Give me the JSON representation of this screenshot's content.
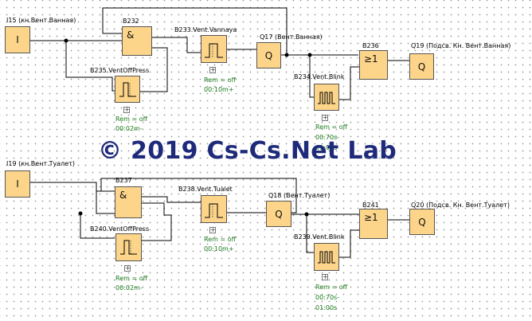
{
  "watermark": "© 2019 Cs-Cs.Net Lab",
  "colors": {
    "block_fill": "#fdd58a",
    "wire": "#000000",
    "param_text": "#1a7a1a",
    "watermark": "#1e2a7a"
  },
  "rung1": {
    "input_label": "I15 (кн.Вент.Ванная)",
    "input_symbol": "I",
    "and_label": "B232",
    "and_symbol": "&",
    "offpress_label": "B235.VentOffPress",
    "offpress_rem": "Rem = off",
    "offpress_time": "00:02m-",
    "timer_label": "B233.Vent.Vannaya",
    "timer_rem": "Rem = off",
    "timer_time": "00:10m+",
    "q_label": "Q17 (Вент.Ванная)",
    "q_symbol": "Q",
    "or_label": "B236",
    "or_symbol": "≥1",
    "blink_label": "B234.Vent.Blink",
    "blink_rem": "Rem = off",
    "blink_t1": "00:70s-",
    "blink_t2": "01:00s",
    "out_label": "Q19 (Подсв. Кн. Вент.Ванная)",
    "out_symbol": "Q"
  },
  "rung2": {
    "input_label": "I19 (кн.Вент.Туалет)",
    "input_symbol": "I",
    "and_label": "B237",
    "and_symbol": "&",
    "offpress_label": "B240.VentOffPress",
    "offpress_rem": "Rem = off",
    "offpress_time": "00:02m-",
    "timer_label": "B238.Vent.Tualet",
    "timer_rem": "Rem = off",
    "timer_time": "00:10m+",
    "q_label": "Q18 (Вент.Туалет)",
    "q_symbol": "Q",
    "or_label": "B241",
    "or_symbol": "≥1",
    "blink_label": "B239.Vent.Blink",
    "blink_rem": "Rem = off",
    "blink_t1": "00:70s-",
    "blink_t2": "01:00s",
    "out_label": "Q20 (Подсв. Кн. Вент.Туалет)",
    "out_symbol": "Q"
  }
}
